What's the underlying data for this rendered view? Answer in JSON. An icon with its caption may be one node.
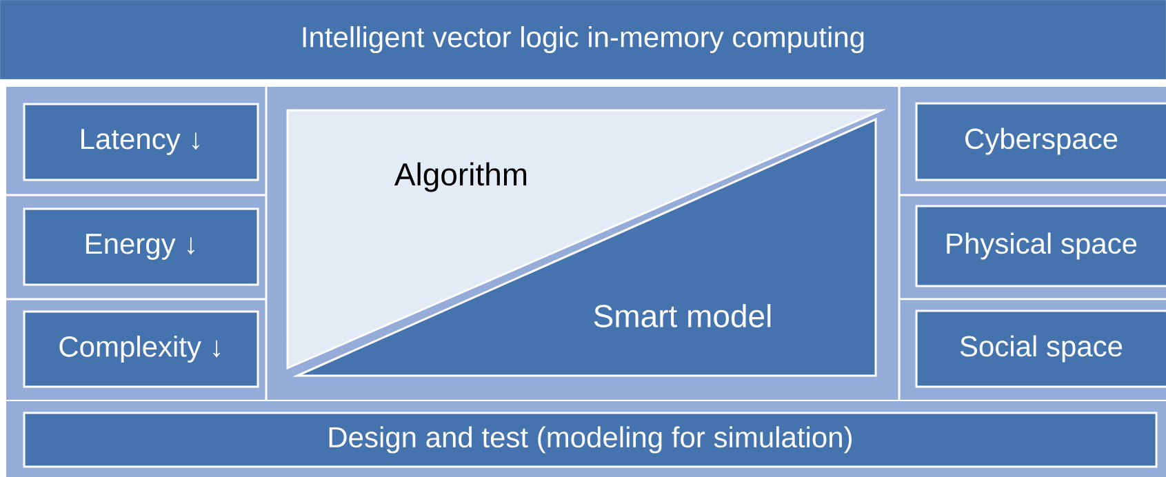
{
  "diagram": {
    "nodes": [
      {
        "text": [
          "Intelligent vector logic in-memory computing"
        ]
      },
      {
        "text": [
          "Latency ↓"
        ]
      },
      {
        "text": [
          "Energy ↓"
        ]
      },
      {
        "text": [
          "Complexity ↓"
        ]
      },
      {
        "text": [
          "Algorithm"
        ]
      },
      {
        "text": [
          "Smart model"
        ]
      },
      {
        "text": [
          "Cyberspace"
        ]
      },
      {
        "text": [
          "Physical space"
        ]
      },
      {
        "text": [
          "Social space"
        ]
      },
      {
        "text": [
          "Design and test (modeling for simulation)"
        ]
      }
    ]
  }
}
